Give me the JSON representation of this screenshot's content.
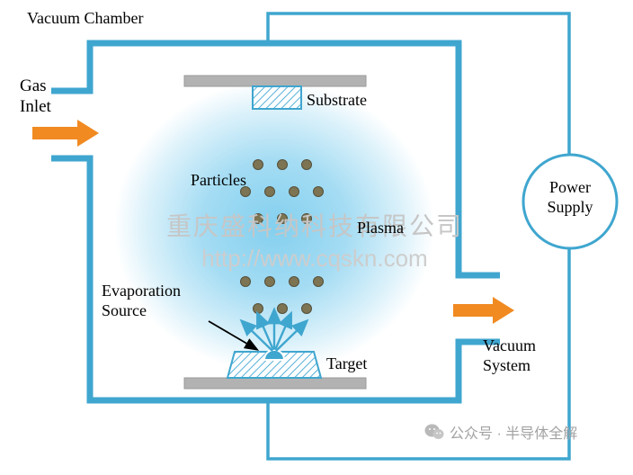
{
  "labels": {
    "vacuum_chamber": "Vacuum Chamber",
    "gas_inlet": "Gas\nInlet",
    "particles": "Particles",
    "plasma": "Plasma",
    "substrate": "Substrate",
    "evaporation_source": "Evaporation\nSource",
    "target": "Target",
    "power_supply": "Power\nSupply",
    "vacuum_system": "Vacuum\nSystem"
  },
  "watermark": {
    "company": "重庆盛科纳科技有限公司",
    "url": "http://www.cqskn.com",
    "footer": "公众号 · 半导体全解"
  },
  "colors": {
    "chamber_blue": "#3fa6cf",
    "arrow_orange": "#f08a21",
    "holder_gray": "#b2b2b2",
    "particle_olive": "#7d7453",
    "plasma_blue": "#7dcdee",
    "watermark_gray": "#c8c8c8"
  }
}
